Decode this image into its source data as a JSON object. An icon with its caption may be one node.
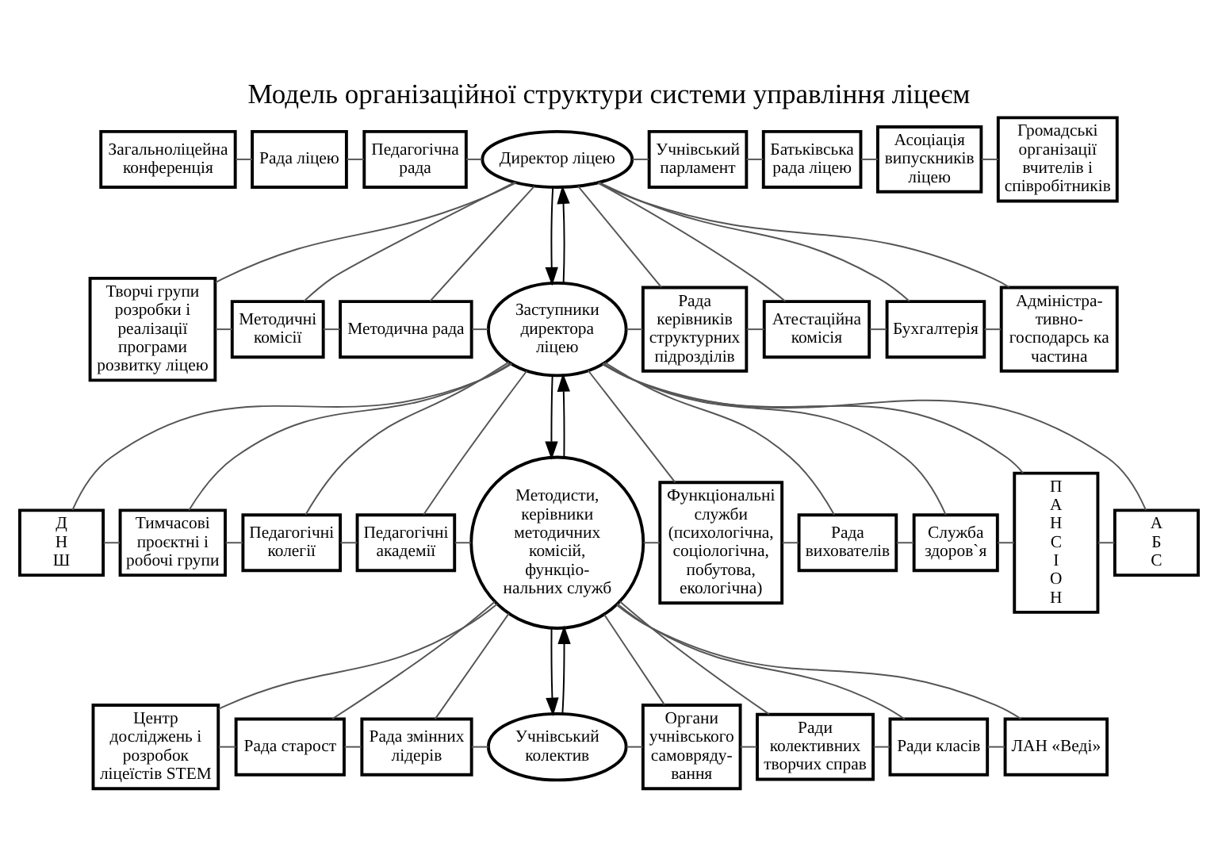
{
  "diagram": {
    "title": "Модель організаційної структури системи управління ліцеєм",
    "nodes": [
      {
        "text": [
          "Загальноліцейна конференція"
        ]
      },
      {
        "text": [
          "Рада ліцею"
        ]
      },
      {
        "text": [
          "Педагогічна рада"
        ]
      },
      {
        "text": [
          "Директор ліцею"
        ]
      },
      {
        "text": [
          "Учнівський парламент"
        ]
      },
      {
        "text": [
          "Батьківська рада ліцею"
        ]
      },
      {
        "text": [
          "Асоціація випускників ліцею"
        ]
      },
      {
        "text": [
          "Громадські організації вчителів і співробітників"
        ]
      },
      {
        "text": [
          "Творчі групи розробки і реалізації програми розвитку ліцею"
        ]
      },
      {
        "text": [
          "Методичні комісії"
        ]
      },
      {
        "text": [
          "Методична рада"
        ]
      },
      {
        "text": [
          "Заступники директора ліцею"
        ]
      },
      {
        "text": [
          "Рада керівників структурних підрозділів"
        ]
      },
      {
        "text": [
          "Атестаційна комісія"
        ]
      },
      {
        "text": [
          "Бухгалтерія"
        ]
      },
      {
        "text": [
          "Адміністра- тивно- господарсь ка частина"
        ]
      },
      {
        "text": [
          "Д Н Ш"
        ]
      },
      {
        "text": [
          "Тимчасові проєктні і робочі групи"
        ]
      },
      {
        "text": [
          "Педагогічні колегії"
        ]
      },
      {
        "text": [
          "Педагогічні академії"
        ]
      },
      {
        "text": [
          "Методисти, керівники методичних комісій, функціо- нальних служб"
        ]
      },
      {
        "text": [
          "Функціональні служби (психологічна, соціологічна, побутова, екологічна)"
        ]
      },
      {
        "text": [
          "Рада вихователів"
        ]
      },
      {
        "text": [
          "Служба здоров`я"
        ]
      },
      {
        "text": [
          "П А Н С І О Н"
        ]
      },
      {
        "text": [
          "А Б С"
        ]
      },
      {
        "text": [
          "Центр досліджень і розробок ліцеїстів STEM"
        ]
      },
      {
        "text": [
          "Рада старост"
        ]
      },
      {
        "text": [
          "Рада змінних лідерів"
        ]
      },
      {
        "text": [
          "Учнівський колектив"
        ]
      },
      {
        "text": [
          "Органи учнівського самовряду- вання"
        ]
      },
      {
        "text": [
          "Ради колективних творчих справ"
        ]
      },
      {
        "text": [
          "Ради класів"
        ]
      },
      {
        "text": [
          "ЛАН «Веді»"
        ]
      }
    ],
    "edges": [
      {
        "from": 0,
        "to": 1,
        "arrow": "none"
      },
      {
        "from": 1,
        "to": 2,
        "arrow": "none"
      },
      {
        "from": 2,
        "to": 3,
        "arrow": "none"
      },
      {
        "from": 3,
        "to": 4,
        "arrow": "none"
      },
      {
        "from": 4,
        "to": 5,
        "arrow": "none"
      },
      {
        "from": 5,
        "to": 6,
        "arrow": "none"
      },
      {
        "from": 6,
        "to": 7,
        "arrow": "none"
      },
      {
        "from": 11,
        "to": 3,
        "arrow": "to"
      },
      {
        "from": 3,
        "to": 11,
        "arrow": "to"
      },
      {
        "from": 3,
        "to": 8,
        "arrow": "none"
      },
      {
        "from": 3,
        "to": 9,
        "arrow": "none"
      },
      {
        "from": 3,
        "to": 10,
        "arrow": "none"
      },
      {
        "from": 3,
        "to": 12,
        "arrow": "none"
      },
      {
        "from": 3,
        "to": 13,
        "arrow": "none"
      },
      {
        "from": 3,
        "to": 14,
        "arrow": "none"
      },
      {
        "from": 3,
        "to": 15,
        "arrow": "none"
      },
      {
        "from": 8,
        "to": 9,
        "arrow": "none"
      },
      {
        "from": 9,
        "to": 10,
        "arrow": "none"
      },
      {
        "from": 10,
        "to": 11,
        "arrow": "none"
      },
      {
        "from": 11,
        "to": 12,
        "arrow": "none"
      },
      {
        "from": 12,
        "to": 13,
        "arrow": "none"
      },
      {
        "from": 13,
        "to": 14,
        "arrow": "none"
      },
      {
        "from": 14,
        "to": 15,
        "arrow": "none"
      },
      {
        "from": 20,
        "to": 11,
        "arrow": "to"
      },
      {
        "from": 11,
        "to": 20,
        "arrow": "to"
      },
      {
        "from": 11,
        "to": 16,
        "arrow": "none"
      },
      {
        "from": 11,
        "to": 17,
        "arrow": "none"
      },
      {
        "from": 11,
        "to": 18,
        "arrow": "none"
      },
      {
        "from": 11,
        "to": 19,
        "arrow": "none"
      },
      {
        "from": 11,
        "to": 21,
        "arrow": "none"
      },
      {
        "from": 11,
        "to": 22,
        "arrow": "none"
      },
      {
        "from": 11,
        "to": 23,
        "arrow": "none"
      },
      {
        "from": 11,
        "to": 24,
        "arrow": "none"
      },
      {
        "from": 11,
        "to": 25,
        "arrow": "none"
      },
      {
        "from": 16,
        "to": 17,
        "arrow": "none"
      },
      {
        "from": 17,
        "to": 18,
        "arrow": "none"
      },
      {
        "from": 18,
        "to": 19,
        "arrow": "none"
      },
      {
        "from": 19,
        "to": 20,
        "arrow": "none"
      },
      {
        "from": 20,
        "to": 21,
        "arrow": "none"
      },
      {
        "from": 21,
        "to": 22,
        "arrow": "none"
      },
      {
        "from": 22,
        "to": 23,
        "arrow": "none"
      },
      {
        "from": 23,
        "to": 24,
        "arrow": "none"
      },
      {
        "from": 24,
        "to": 25,
        "arrow": "none"
      },
      {
        "from": 29,
        "to": 20,
        "arrow": "to"
      },
      {
        "from": 20,
        "to": 29,
        "arrow": "to"
      },
      {
        "from": 20,
        "to": 26,
        "arrow": "none"
      },
      {
        "from": 20,
        "to": 27,
        "arrow": "none"
      },
      {
        "from": 20,
        "to": 28,
        "arrow": "none"
      },
      {
        "from": 20,
        "to": 30,
        "arrow": "none"
      },
      {
        "from": 20,
        "to": 31,
        "arrow": "none"
      },
      {
        "from": 20,
        "to": 32,
        "arrow": "none"
      },
      {
        "from": 20,
        "to": 33,
        "arrow": "none"
      },
      {
        "from": 26,
        "to": 27,
        "arrow": "none"
      },
      {
        "from": 27,
        "to": 28,
        "arrow": "none"
      },
      {
        "from": 28,
        "to": 29,
        "arrow": "none"
      },
      {
        "from": 29,
        "to": 30,
        "arrow": "none"
      },
      {
        "from": 30,
        "to": 31,
        "arrow": "none"
      },
      {
        "from": 31,
        "to": 32,
        "arrow": "none"
      },
      {
        "from": 32,
        "to": 33,
        "arrow": "none"
      }
    ]
  }
}
